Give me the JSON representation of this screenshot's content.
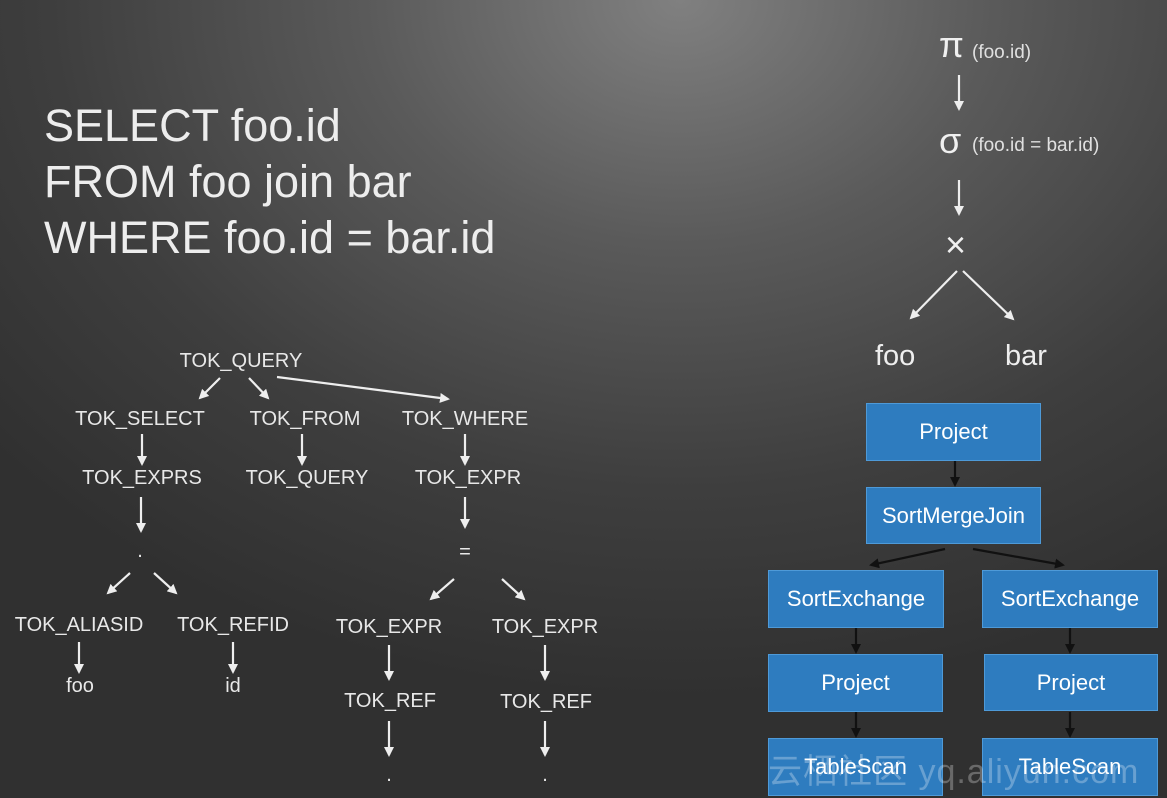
{
  "sql": {
    "line1": "SELECT foo.id",
    "line2": "FROM foo join bar",
    "line3": "WHERE foo.id = bar.id"
  },
  "ast": {
    "root": "TOK_QUERY",
    "select": "TOK_SELECT",
    "from": "TOK_FROM",
    "where": "TOK_WHERE",
    "exprs": "TOK_EXPRS",
    "from_query": "TOK_QUERY",
    "where_expr": "TOK_EXPR",
    "dot": ".",
    "eq": "=",
    "aliasid": "TOK_ALIASID",
    "refid": "TOK_REFID",
    "foo": "foo",
    "id": "id",
    "expr_left": "TOK_EXPR",
    "expr_right": "TOK_EXPR",
    "ref_left": "TOK_REF",
    "ref_right": "TOK_REF",
    "dot_left": ".",
    "dot_right": "."
  },
  "relational": {
    "pi": "π",
    "pi_note": "(foo.id)",
    "sigma": "σ",
    "sigma_note": "(foo.id = bar.id)",
    "cross": "×",
    "left": "foo",
    "right": "bar"
  },
  "physical": {
    "project_top": "Project",
    "join": "SortMergeJoin",
    "exchange_left": "SortExchange",
    "exchange_right": "SortExchange",
    "project_left": "Project",
    "project_right": "Project",
    "scan_left": "TableScan",
    "scan_right": "TableScan",
    "box_color": "#2e7cbf"
  },
  "watermark": "云栖社区 yq.aliyun.com"
}
